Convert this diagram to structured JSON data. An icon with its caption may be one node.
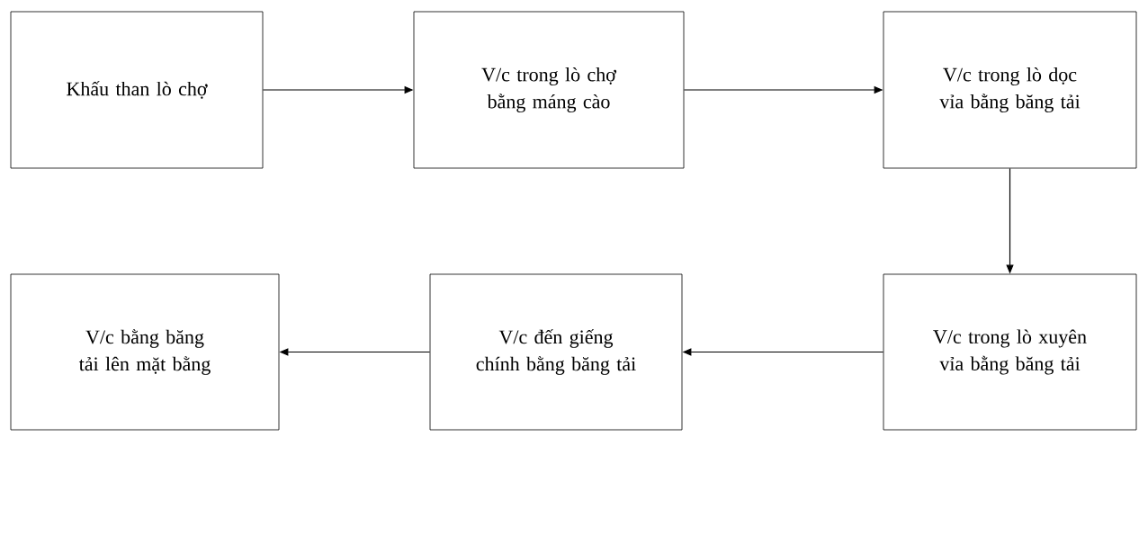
{
  "diagram": {
    "nodes": [
      {
        "text": [
          "Khấu than lò chợ"
        ]
      },
      {
        "text": [
          "V/c trong lò chợ bằng máng cào"
        ]
      },
      {
        "text": [
          "V/c trong lò dọc vỉa bằng băng tải"
        ]
      },
      {
        "text": [
          "V/c bằng băng tải lên mặt bằng"
        ]
      },
      {
        "text": [
          "V/c đến giếng chính bằng băng tải"
        ]
      },
      {
        "text": [
          "V/c trong lò xuyên vỉa bằng băng tải"
        ]
      }
    ],
    "edges": [
      {
        "from": 0,
        "to": 1,
        "arrow": "to"
      },
      {
        "from": 1,
        "to": 2,
        "arrow": "to"
      },
      {
        "from": 2,
        "to": 5,
        "arrow": "to"
      },
      {
        "from": 5,
        "to": 4,
        "arrow": "to"
      },
      {
        "from": 4,
        "to": 3,
        "arrow": "to"
      }
    ]
  }
}
